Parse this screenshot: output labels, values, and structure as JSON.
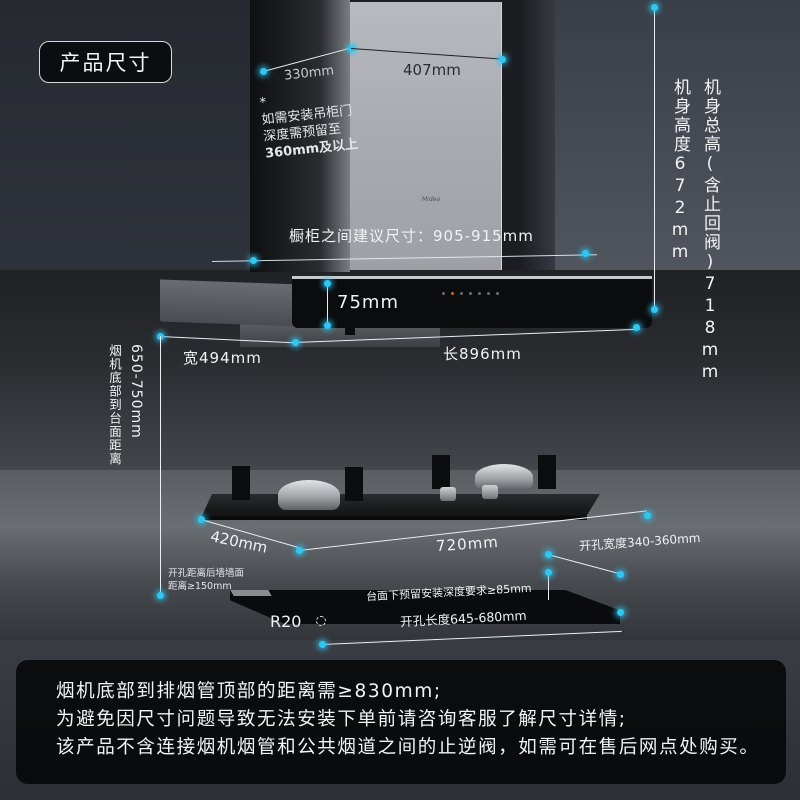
{
  "badge": {
    "label": "产品尺寸"
  },
  "hood": {
    "chimney_depth": "330mm",
    "chimney_width": "407mm",
    "cabinet_note": {
      "asterisk": "*",
      "line1": "如需安装吊柜门",
      "line2": "深度需预留至",
      "line3": "360mm及以上"
    },
    "brand_logo": "Midea",
    "cabinet_gap": "橱柜之间建议尺寸：905-915mm",
    "panel_thickness": "75mm",
    "depth": "宽494mm",
    "length": "长896mm",
    "body_height": "机身高度672mm",
    "total_height": "机身总高(含止回阀)718mm"
  },
  "install": {
    "hood_to_counter": "650-750mm",
    "hood_to_counter_label": "烟机底部到台面距离"
  },
  "cooktop": {
    "depth": "420mm",
    "length": "720mm",
    "cutout_width": "开孔宽度340-360mm",
    "rear_wall_line1": "开孔距离后墙墙面",
    "rear_wall_line2": "距离≥150mm",
    "under_depth": "台面下预留安装深度要求≥85mm",
    "cutout_length": "开孔长度645-680mm",
    "corner_radius": "R20"
  },
  "notes": [
    "烟机底部到排烟管顶部的距离需≥830mm;",
    "为避免因尺寸问题导致无法安装下单前请咨询客服了解尺寸详情;",
    "该产品不含连接烟机烟管和公共烟道之间的止逆阀，如需可在售后网点处购买。"
  ],
  "colors": {
    "accent_dot": "#2ec6f2",
    "line": "#e8eef4",
    "background": "#1a1c20",
    "note_box": "#08090b"
  }
}
